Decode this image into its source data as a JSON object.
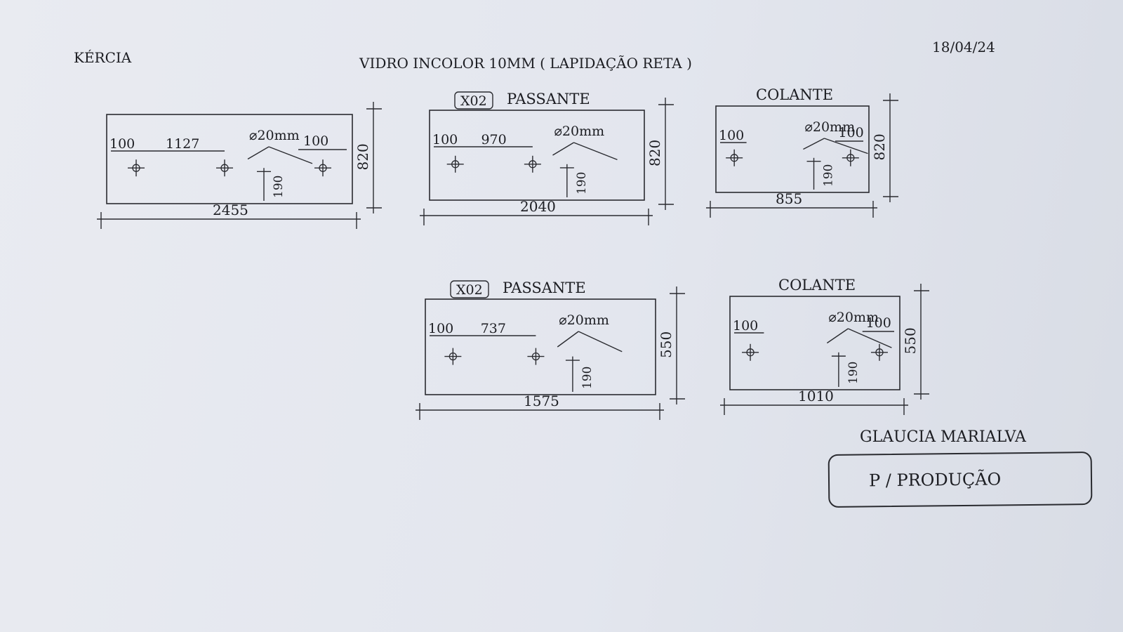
{
  "header": {
    "client": "KÉRCIA",
    "title": "VIDRO INCOLOR 10MM ( LAPIDAÇÃO RETA )",
    "date": "18/04/24"
  },
  "footer": {
    "signer": "GLAUCIA MARIALVA",
    "stamp": "P / PRODUÇÃO"
  },
  "pieces": [
    {
      "qty": "",
      "label": "",
      "width": "2455",
      "height": "820",
      "left_offset": "100",
      "spacing": "1127",
      "right_offset": "100",
      "hole": "⌀20mm",
      "hole_depth": "190"
    },
    {
      "qty": "X02",
      "label": "PASSANTE",
      "width": "2040",
      "height": "820",
      "left_offset": "100",
      "spacing": "970",
      "right_offset": "",
      "hole": "⌀20mm",
      "hole_depth": "190"
    },
    {
      "qty": "",
      "label": "COLANTE",
      "width": "855",
      "height": "820",
      "left_offset": "100",
      "spacing": "",
      "right_offset": "100",
      "hole": "⌀20mm",
      "hole_depth": "190"
    },
    {
      "qty": "X02",
      "label": "PASSANTE",
      "width": "1575",
      "height": "550",
      "left_offset": "100",
      "spacing": "737",
      "right_offset": "",
      "hole": "⌀20mm",
      "hole_depth": "190"
    },
    {
      "qty": "",
      "label": "COLANTE",
      "width": "1010",
      "height": "550",
      "left_offset": "100",
      "spacing": "",
      "right_offset": "100",
      "hole": "⌀20mm",
      "hole_depth": "190"
    }
  ]
}
